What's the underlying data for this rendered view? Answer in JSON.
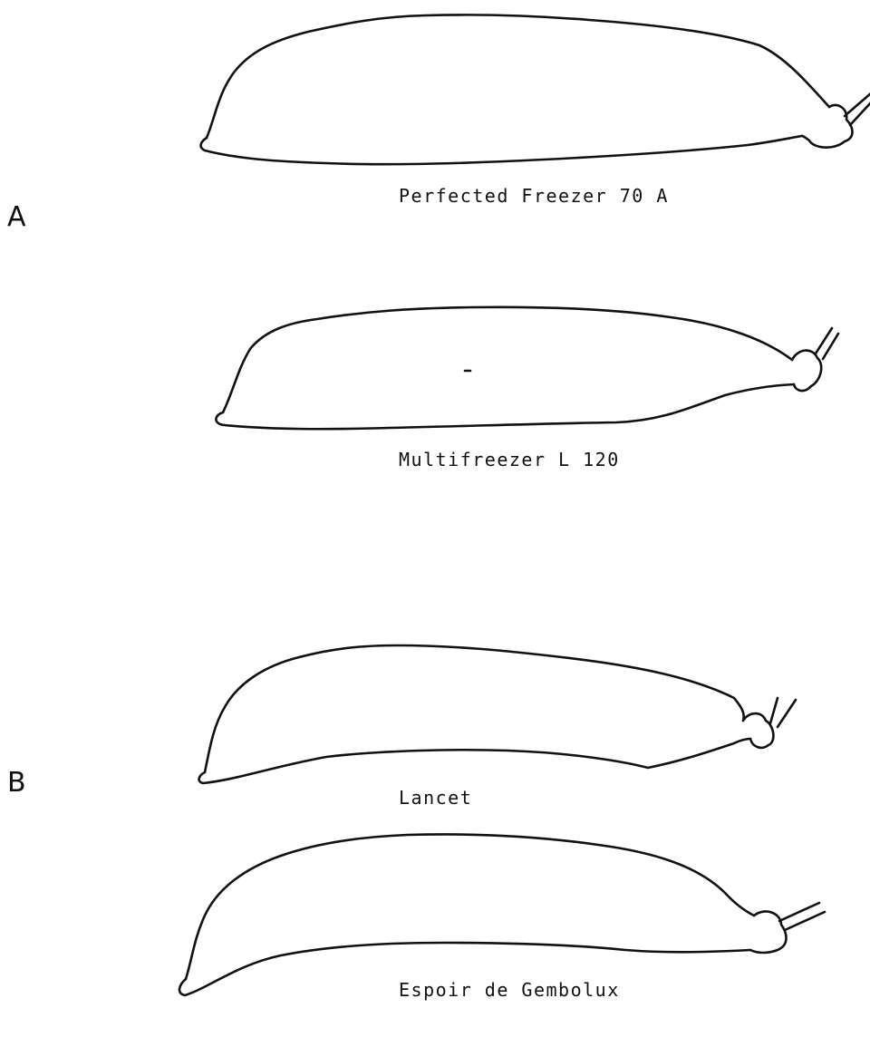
{
  "groups": [
    {
      "label": "A"
    },
    {
      "label": "B"
    }
  ],
  "pods": [
    {
      "name": "Perfected Freezer 70 A"
    },
    {
      "name": "Multifreezer L 120"
    },
    {
      "name": "Lancet"
    },
    {
      "name": "Espoir de Gembolux"
    }
  ]
}
